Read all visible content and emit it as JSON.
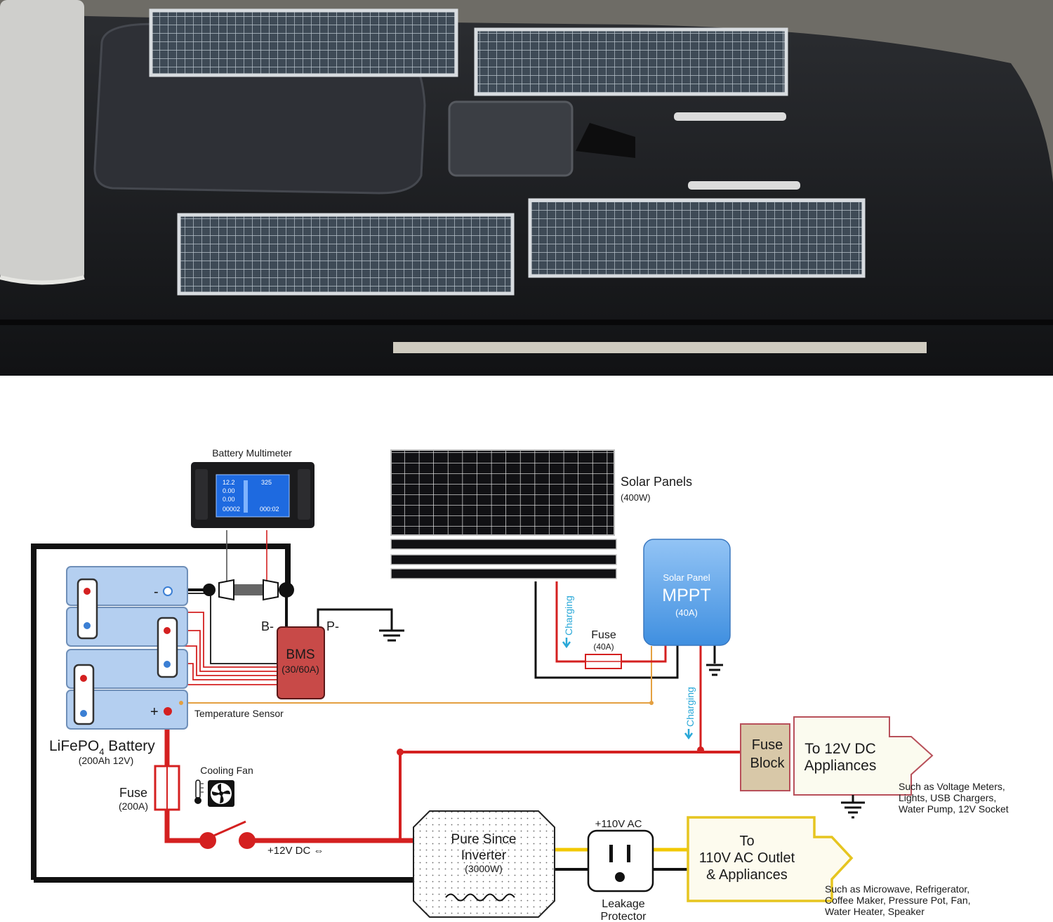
{
  "labels": {
    "multimeter": "Battery Multimeter",
    "solar_title": "Solar Panels",
    "solar_sub": "(400W)",
    "mppt_top": "Solar Panel",
    "mppt_main": "MPPT",
    "mppt_sub": "(40A)",
    "charging": "Charging",
    "fuse_mppt": "Fuse",
    "fuse_mppt_sub": "(40A)",
    "bms": "BMS",
    "bms_sub": "(30/60A)",
    "b_minus": "B-",
    "p_minus": "P-",
    "minus": "-",
    "plus": "+",
    "temp_sensor": "Temperature Sensor",
    "battery_main": "LiFePO",
    "battery_sub_digit": "4",
    "battery_word": " Battery",
    "battery_sub": "(200Ah 12V)",
    "fuse_main": "Fuse",
    "fuse_main_sub": "(200A)",
    "cooling_fan": "Cooling Fan",
    "dc12": "+12V DC ⇔",
    "inverter_1": "Pure Since",
    "inverter_2": "Inverter",
    "inverter_3": "(3000W)",
    "ac110": "+110V AC",
    "leak_1": "Leakage",
    "leak_2": "Protector",
    "fuse_block_1": "Fuse",
    "fuse_block_2": "Block",
    "dc_app_1": "To 12V DC",
    "dc_app_2": "Appliances",
    "dc_note_1": "Such as Voltage Meters,",
    "dc_note_2": "Lights, USB Chargers,",
    "dc_note_3": "Water Pump, 12V Socket",
    "ac_app_1": "To",
    "ac_app_2": "110V AC Outlet",
    "ac_app_3": "& Appliances",
    "ac_note_1": "Such as Microwave, Refrigerator,",
    "ac_note_2": "Coffee Maker, Pressure Pot, Fan,",
    "ac_note_3": "Water Heater,  Speaker"
  },
  "multimeter_screen": {
    "r1a": "12.2",
    "r1b": "325",
    "r2a": "0.00",
    "r3a": "0.00",
    "r4a": "00002",
    "r4b": "000:02"
  },
  "colors": {
    "red_wire": "#d42020",
    "black_wire": "#111111",
    "orange_wire": "#e4a040",
    "yellow_wire": "#f2c800",
    "charging_blue": "#29a8d8",
    "mppt_blue": "#4d9be8",
    "bms_red": "#c84a48",
    "fuse_block_tan": "#d8c8a8",
    "battery_blue": "#b4cff0"
  }
}
